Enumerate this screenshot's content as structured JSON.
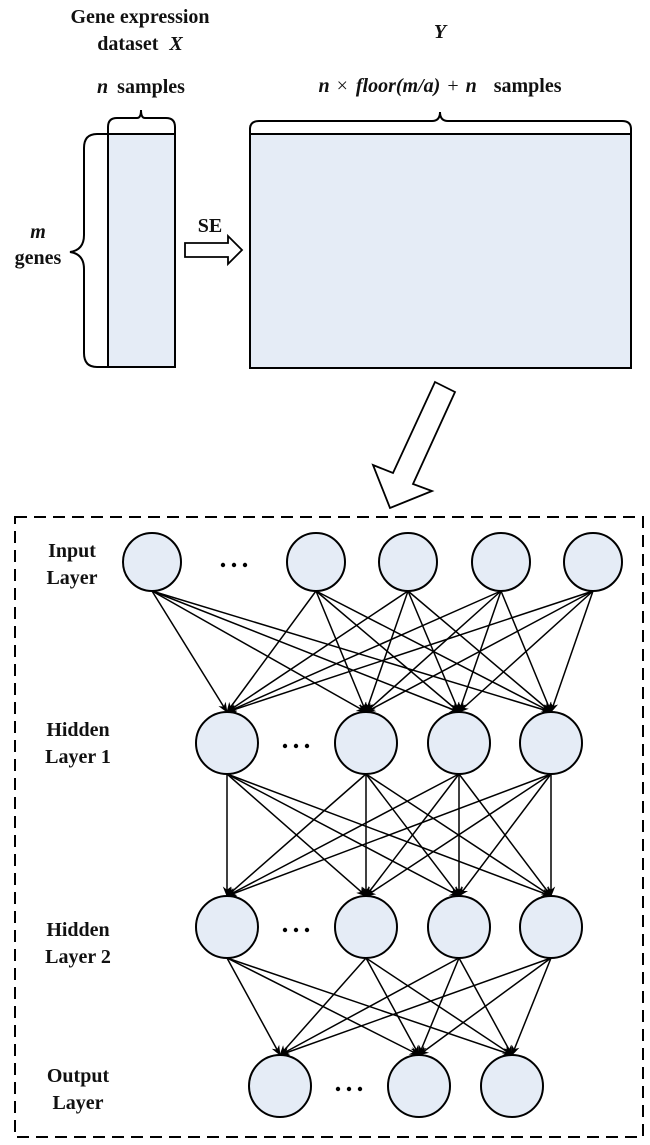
{
  "colors": {
    "fill": "#e5ecf6",
    "stroke": "#000000",
    "background": "#ffffff"
  },
  "dataset_x": {
    "title_line1": "Gene expression",
    "title_line2": "dataset",
    "title_var": "X",
    "cols_var": "n",
    "cols_label": "samples",
    "rows_var": "m",
    "rows_label": "genes"
  },
  "transform": {
    "label": "SE"
  },
  "dataset_y": {
    "title_var": "Y",
    "cols_expr_n": "n",
    "cols_expr_times": "×",
    "cols_expr_floor": "floor(m/a)",
    "cols_expr_plus": "+",
    "cols_expr_n2": "n",
    "cols_label": "samples"
  },
  "network": {
    "ellipsis": "…",
    "layers": [
      {
        "name": "Input Layer",
        "line1": "Input",
        "line2": "Layer",
        "nodes": 5,
        "ellipsis_after": 1
      },
      {
        "name": "Hidden Layer 1",
        "line1": "Hidden",
        "line2": "Layer 1",
        "nodes": 4,
        "ellipsis_after": 1
      },
      {
        "name": "Hidden Layer 2",
        "line1": "Hidden",
        "line2": "Layer 2",
        "nodes": 4,
        "ellipsis_after": 1
      },
      {
        "name": "Output Layer",
        "line1": "Output",
        "line2": "Layer",
        "nodes": 3,
        "ellipsis_after": 1
      }
    ]
  }
}
